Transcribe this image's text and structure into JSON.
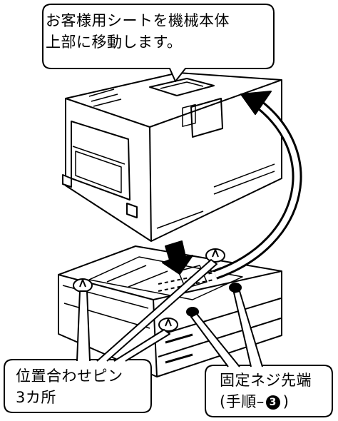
{
  "callouts": {
    "top": {
      "line1": "お客様用シートを機械本体",
      "line2": "上部に移動します。"
    },
    "left": {
      "line1": "位置合わせピン",
      "line2": "3カ所"
    },
    "right": {
      "line1": "固定ネジ先端",
      "line2_prefix": "(手順–",
      "step_number": "3",
      "line2_suffix": ")"
    }
  },
  "colors": {
    "ink": "#000000",
    "paper": "#ffffff"
  }
}
